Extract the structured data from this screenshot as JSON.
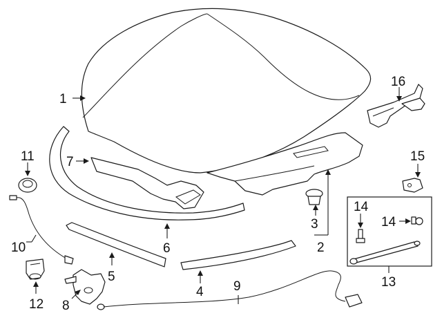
{
  "callouts": {
    "c1": "1",
    "c2": "2",
    "c3": "3",
    "c4": "4",
    "c5": "5",
    "c6": "6",
    "c7": "7",
    "c8": "8",
    "c9": "9",
    "c10": "10",
    "c11": "11",
    "c12": "12",
    "c13": "13",
    "c14a": "14",
    "c14b": "14",
    "c15": "15",
    "c16": "16"
  }
}
